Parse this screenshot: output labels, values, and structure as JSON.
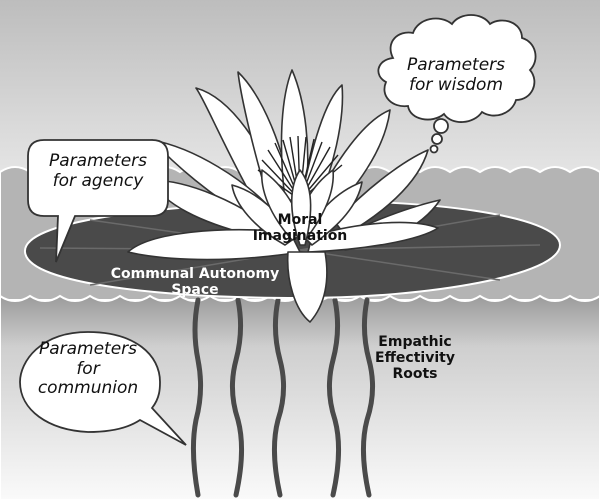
{
  "labels": {
    "wisdom": [
      "Parameters",
      "for wisdom"
    ],
    "agency": [
      "Parameters",
      "for agency"
    ],
    "communion": [
      "Parameters",
      "for",
      "communion"
    ],
    "moral_imagination": [
      "Moral",
      "Imagination"
    ],
    "communal_autonomy": [
      "Communal Autonomy",
      "Space"
    ],
    "empathic_roots": [
      "Empathic",
      "Effectivity",
      "Roots"
    ]
  },
  "colors": {
    "sky": "#d9d9d9",
    "water": "#a9a9a9",
    "depth": "#f2f2f2",
    "pad": "#4a4a4a",
    "petal_fill": "#ffffff",
    "outline": "#333333",
    "stamen": "#222222",
    "root": "#4a4a4a"
  }
}
